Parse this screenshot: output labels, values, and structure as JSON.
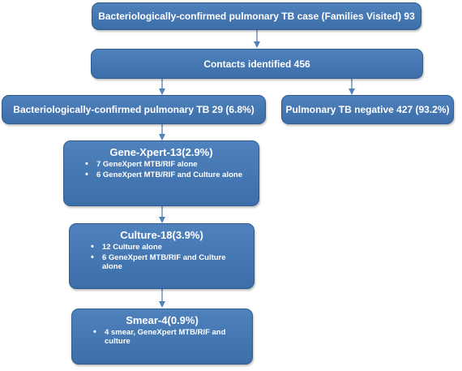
{
  "nodes": {
    "families": "Bacteriologically-confirmed pulmonary TB case (Families Visited) 93",
    "contacts": "Contacts identified 456",
    "positive": "Bacteriologically-confirmed pulmonary TB 29 (6.8%)",
    "negative": "Pulmonary TB negative 427 (93.2%)",
    "genexpert": {
      "title": "Gene-Xpert-13(2.9%)",
      "items": [
        "7 GeneXpert MTB/RIF alone",
        "6 GeneXpert MTB/RIF and Culture alone"
      ]
    },
    "culture": {
      "title": "Culture-18(3.9%)",
      "items": [
        "12 Culture alone",
        "6 GeneXpert MTB/RIF and Culture alone"
      ]
    },
    "smear": {
      "title": "Smear-4(0.9%)",
      "items": [
        "4 smear, GeneXpert MTB/RIF and culture"
      ]
    }
  },
  "colors": {
    "box_fill": "#4f81bd",
    "box_border": "#2f5b8f",
    "arrow": "#4f81bd",
    "text": "#ffffff"
  }
}
